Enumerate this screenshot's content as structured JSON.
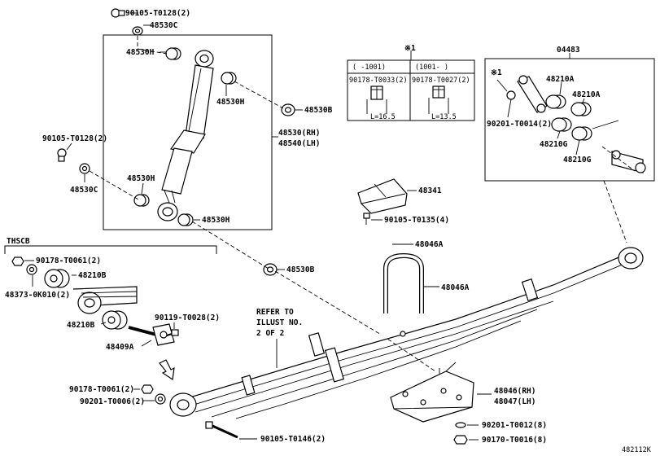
{
  "labels": {
    "bolt_top": "90105-T0128(2)",
    "washer_top": "48530C",
    "bush_h1": "48530H",
    "bush_h2": "48530H",
    "bush_h3": "48530H",
    "bush_h4": "48530H",
    "washer_b1": "48530B",
    "washer_b2": "48530B",
    "shock_rh": "48530(RH)",
    "shock_lh": "48540(LH)",
    "bolt_left": "90105-T0128(2)",
    "washer_left": "48530C",
    "note_mark": "※1",
    "col1_head": "(    -1001)",
    "col2_head": "(1001-    )",
    "col1_part": "90178-T0033(2)",
    "col2_part": "90178-T0027(2)",
    "col1_len": "L=16.5",
    "col2_len": "L=13.5",
    "kit_no": "04483",
    "kit_mark": "※1",
    "kit_bush_a1": "48210A",
    "kit_bush_a2": "48210A",
    "kit_nut": "90201-T0014(2)",
    "kit_bush_g1": "48210G",
    "kit_bush_g2": "48210G",
    "bumper": "48341",
    "bumper_bolt": "90105-T0135(4)",
    "ubolt1": "48046A",
    "ubolt2": "48046A",
    "thscb": "THSCB",
    "th_nut": "90178-T0061(2)",
    "th_bush1": "48210B",
    "th_washer": "48373-0K010(2)",
    "th_bush2": "48210B",
    "th_bolt": "90119-T0028(2)",
    "shackle": "48409A",
    "refer_1": "REFER TO",
    "refer_2": "ILLUST NO.",
    "refer_3": "2 OF 2",
    "front_nut": "90178-T0061(2)",
    "front_washer": "90201-T0006(2)",
    "front_bolt": "90105-T0146(2)",
    "seat_rh": "48046(RH)",
    "seat_lh": "48047(LH)",
    "seat_washer": "90201-T0012(8)",
    "seat_nut": "90170-T0016(8)",
    "diagram_id": "482112K"
  }
}
